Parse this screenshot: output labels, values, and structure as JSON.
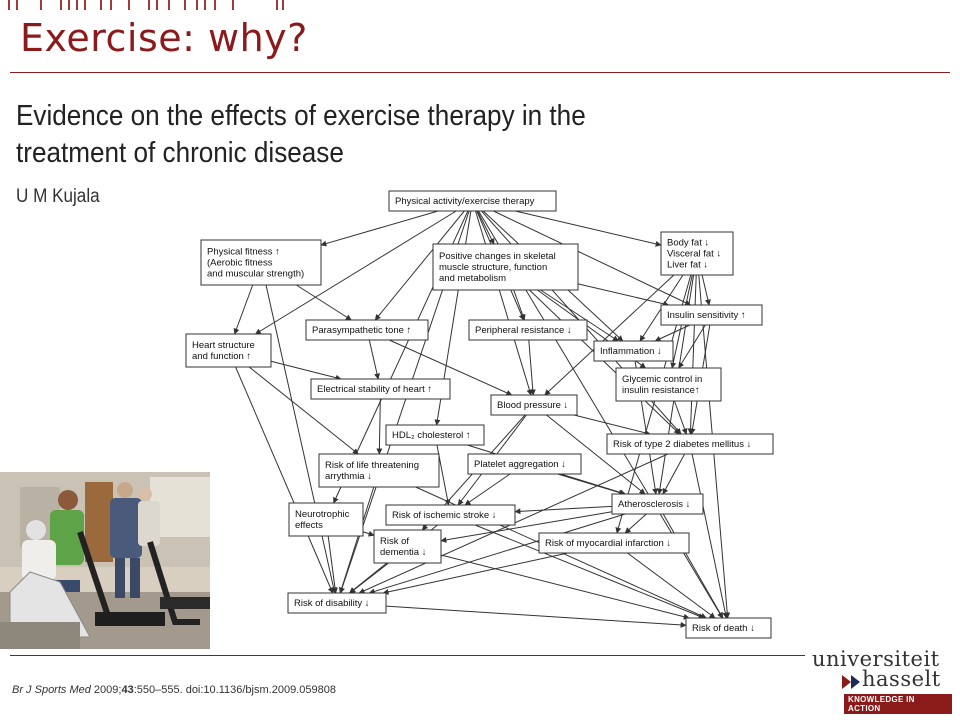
{
  "slide": {
    "title": "Exercise: why?"
  },
  "paper": {
    "title_line1": "Evidence on the effects of exercise therapy in the",
    "title_line2": "treatment of chronic disease",
    "author": "U M Kujala"
  },
  "diagram": {
    "nodes": [
      {
        "id": "pa",
        "lines": [
          "Physical activity/exercise therapy"
        ]
      },
      {
        "id": "fit",
        "lines": [
          "Physical fitness ↑",
          "(Aerobic fitness",
          "and muscular strength)"
        ]
      },
      {
        "id": "skel",
        "lines": [
          "Positive changes in skeletal",
          "muscle structure, function",
          "and metabolism"
        ]
      },
      {
        "id": "fat",
        "lines": [
          "Body fat ↓",
          "Visceral fat ↓",
          "Liver fat ↓"
        ]
      },
      {
        "id": "heart",
        "lines": [
          "Heart structure",
          "and function ↑"
        ]
      },
      {
        "id": "para",
        "lines": [
          "Parasympathetic tone ↑"
        ]
      },
      {
        "id": "perres",
        "lines": [
          "Peripheral resistance ↓"
        ]
      },
      {
        "id": "ins",
        "lines": [
          "Insulin sensitivity ↑"
        ]
      },
      {
        "id": "infl",
        "lines": [
          "Inflammation ↓"
        ]
      },
      {
        "id": "elec",
        "lines": [
          "Electrical stability of heart ↑"
        ]
      },
      {
        "id": "glyc",
        "lines": [
          "Glycemic control in",
          "insulin resistance↑"
        ]
      },
      {
        "id": "bp",
        "lines": [
          "Blood pressure ↓"
        ]
      },
      {
        "id": "hdl",
        "lines": [
          "HDL₂ cholesterol ↑"
        ]
      },
      {
        "id": "t2d",
        "lines": [
          "Risk of type 2 diabetes mellitus ↓"
        ]
      },
      {
        "id": "arr",
        "lines": [
          "Risk of life threatening",
          "arrythmia ↓"
        ]
      },
      {
        "id": "plat",
        "lines": [
          "Platelet aggregation ↓"
        ]
      },
      {
        "id": "ath",
        "lines": [
          "Atherosclerosis ↓"
        ]
      },
      {
        "id": "neuro",
        "lines": [
          "Neurotrophic",
          "effects"
        ]
      },
      {
        "id": "stroke",
        "lines": [
          "Risk of ischemic stroke ↓"
        ]
      },
      {
        "id": "dem",
        "lines": [
          "Risk of",
          "dementia ↓"
        ]
      },
      {
        "id": "mi",
        "lines": [
          "Risk of myocardial infarction ↓"
        ]
      },
      {
        "id": "dis",
        "lines": [
          "Risk of disability ↓"
        ]
      },
      {
        "id": "death",
        "lines": [
          "Risk of death ↓"
        ]
      }
    ]
  },
  "citation": {
    "journal": "Br J Sports Med",
    "year": "2009;",
    "volume": "43",
    "rest": ":550–555. doi:10.1136/bjsm.2009.059808"
  },
  "logo": {
    "line1": "universiteit",
    "line2": "hasselt",
    "tagline": "KNOWLEDGE IN ACTION"
  },
  "colors": {
    "accent": "#8b1a1a"
  }
}
